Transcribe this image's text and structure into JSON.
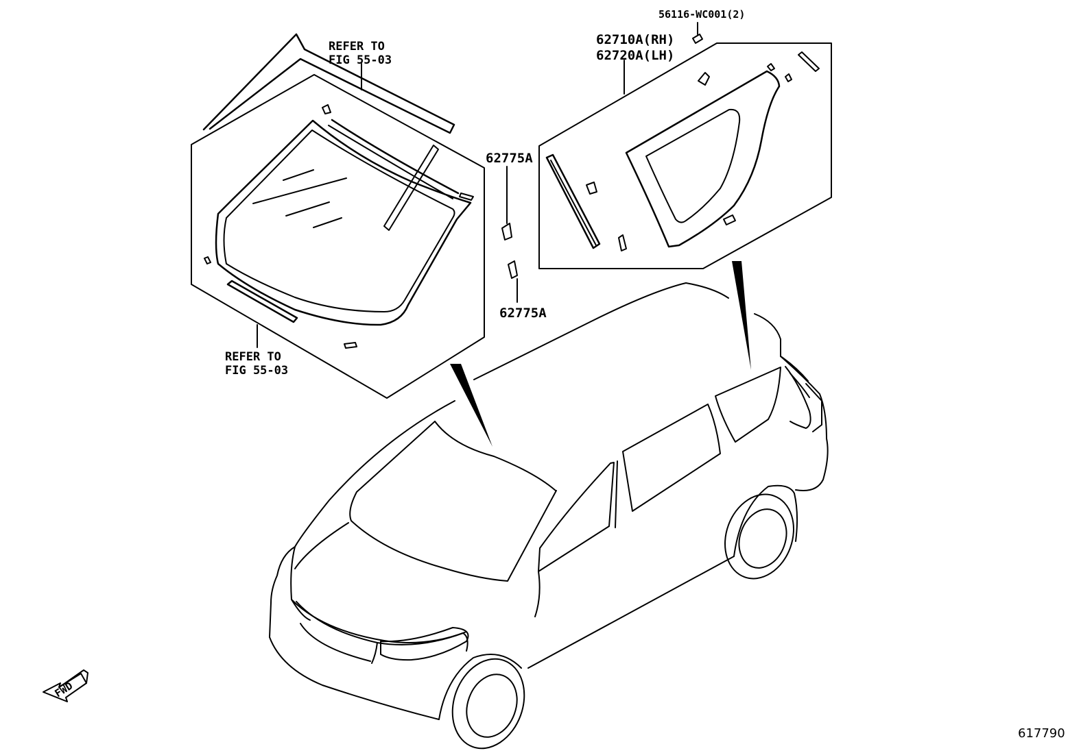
{
  "diagram": {
    "labels": {
      "windshield_refer_top_line1": "REFER TO",
      "windshield_refer_top_line2": "FIG 55-03",
      "windshield_refer_bottom_line1": "REFER TO",
      "windshield_refer_bottom_line2": "FIG 55-03",
      "clip_part": "56116-WC001(2)",
      "quarter_glass_rh": "62710A(RH)",
      "quarter_glass_lh": "62720A(LH)",
      "retainer_upper": "62775A",
      "retainer_lower": "62775A",
      "fwd_arrow": "FWD",
      "figure_number": "617790"
    },
    "colors": {
      "line": "#000000",
      "background": "#ffffff"
    }
  }
}
